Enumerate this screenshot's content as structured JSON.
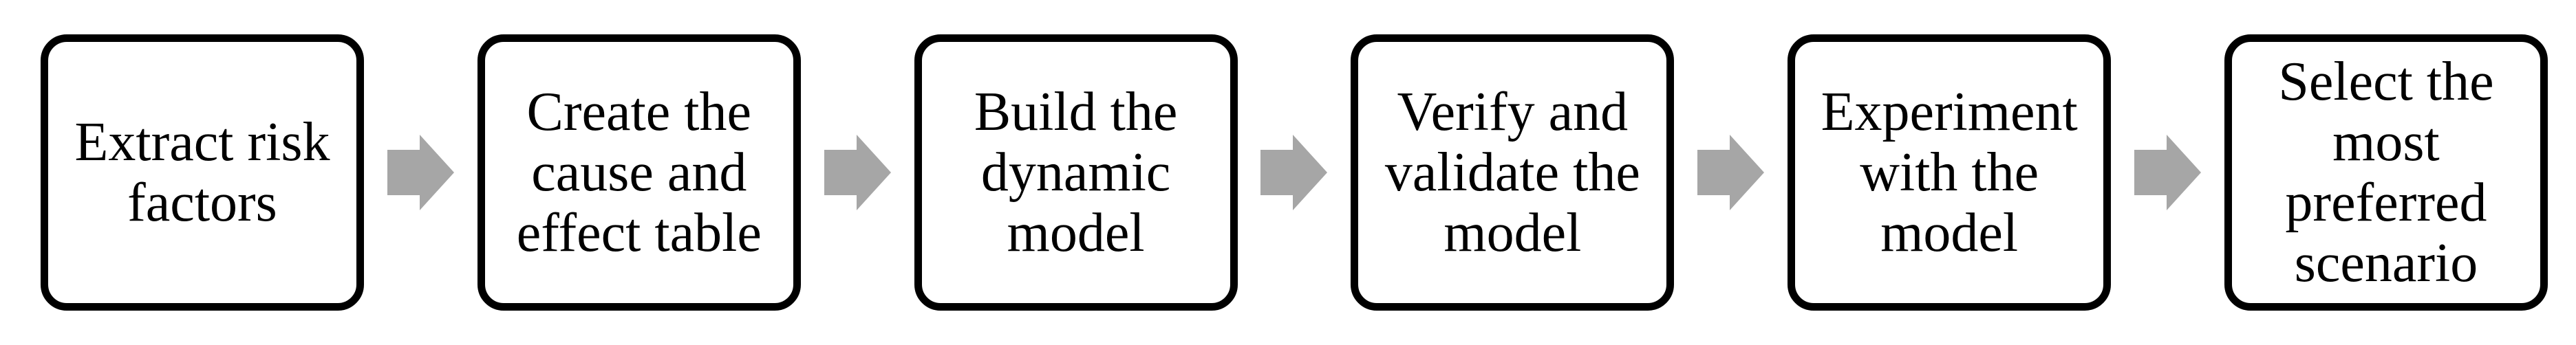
{
  "figure": {
    "type": "flowchart",
    "background_color": "#ffffff",
    "box_fill": "#ffffff",
    "box_border_color": "#000000",
    "text_color": "#000000",
    "arrow_color": "#a6a6a6",
    "arrow_direction": "right"
  },
  "steps": [
    {
      "label": "Extract risk factors",
      "lines": [
        "Extract risk",
        "factors"
      ]
    },
    {
      "label": "Create the cause and effect table",
      "lines": [
        "Create the",
        "cause and",
        "effect table"
      ]
    },
    {
      "label": "Build the dynamic model",
      "lines": [
        "Build the",
        "dynamic",
        "model"
      ]
    },
    {
      "label": "Verify and validate the model",
      "lines": [
        "Verify and",
        "validate the",
        "model"
      ]
    },
    {
      "label": "Experiment with the model",
      "lines": [
        "Experiment",
        "with the",
        "model"
      ]
    },
    {
      "label": "Select the most preferred scenario",
      "lines": [
        "Select the",
        "most",
        "preferred",
        "scenario"
      ]
    }
  ]
}
